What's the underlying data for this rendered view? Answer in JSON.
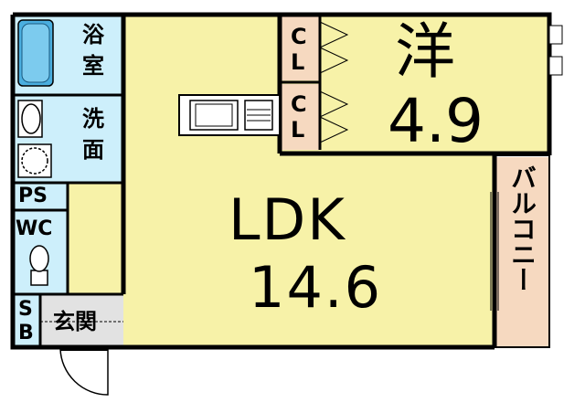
{
  "colors": {
    "room_fill": "#f7f2a8",
    "wet_fill": "#cdeffb",
    "closet_fill": "#f6d9c0",
    "entry_fill": "#e2e2e2",
    "wall": "#000000"
  },
  "rooms": {
    "bath": {
      "label_top": "浴",
      "label_bottom": "室"
    },
    "washroom": {
      "label_top": "洗",
      "label_bottom": "面"
    },
    "ps": {
      "label": "PS"
    },
    "wc": {
      "label": "WC"
    },
    "sb": {
      "label_top": "S",
      "label_bottom": "B"
    },
    "entrance": {
      "label": "玄関"
    },
    "ldk": {
      "name": "LDK",
      "size": "14.6"
    },
    "western": {
      "name": "洋",
      "size": "4.9"
    },
    "closet_upper": {
      "label_top": "C",
      "label_bottom": "L"
    },
    "closet_lower": {
      "label_top": "C",
      "label_bottom": "L"
    },
    "balcony": {
      "label": "バルコニー"
    }
  }
}
